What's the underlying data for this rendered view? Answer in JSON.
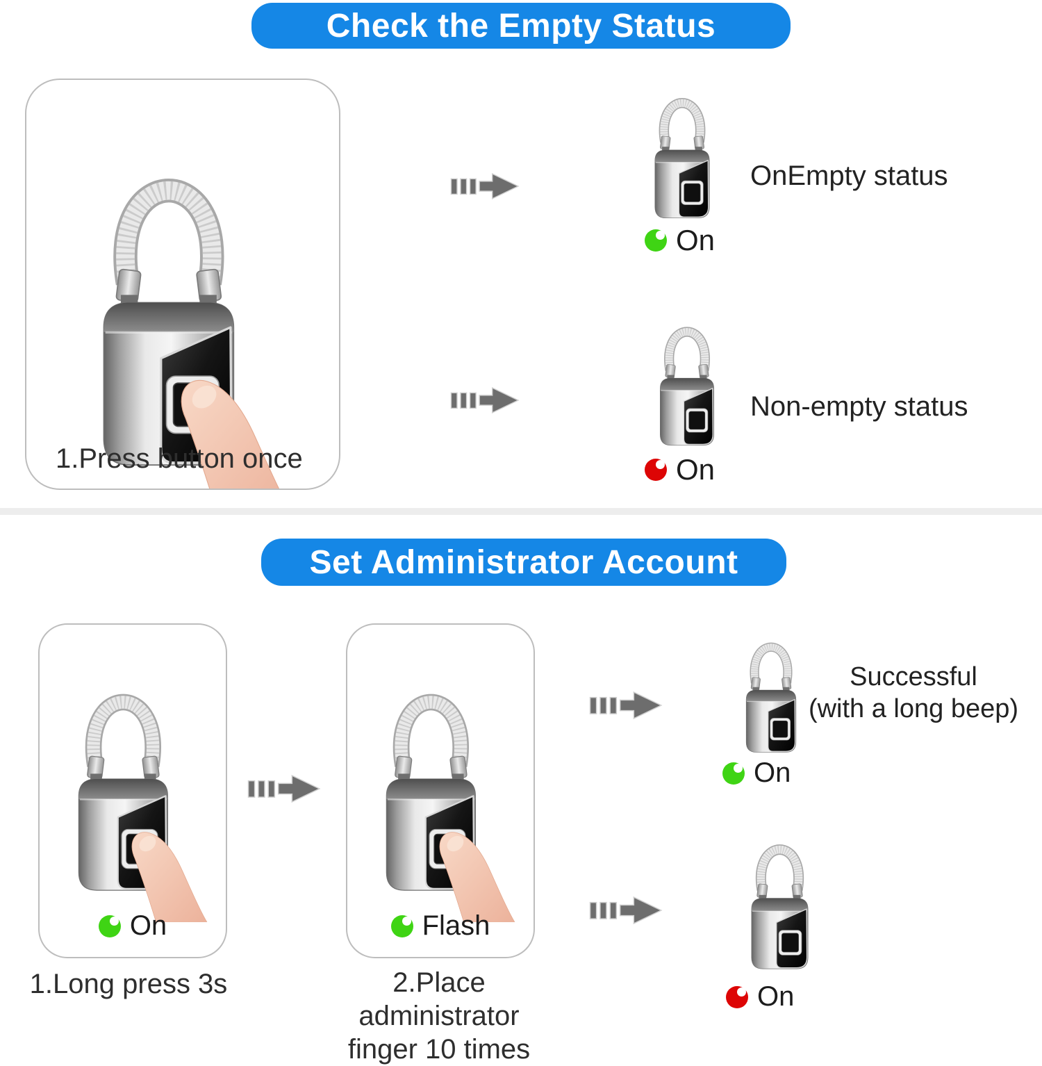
{
  "colors": {
    "banner_blue": "#1587e6",
    "banner_text": "#ffffff",
    "text_dark": "#2b2b2b",
    "arrow_gray": "#6d6d6d",
    "green_on": "#3fd414",
    "red_on": "#dd0505",
    "box_border": "#bdbdbd",
    "divider_gray": "#ededed"
  },
  "icons": {
    "arrow": "dashed-right-arrow-icon",
    "padlock": "fingerprint-padlock-image",
    "padlock_pressed": "fingerprint-padlock-finger-press-image",
    "green_dot": "green-led-indicator",
    "red_dot": "red-led-indicator"
  },
  "sections": {
    "check_empty": {
      "title": "Check the Empty Status",
      "step": {
        "caption": "1.Press button once"
      },
      "results": [
        {
          "label": "OnEmpty status",
          "status": "On",
          "led": "green"
        },
        {
          "label": "Non-empty status",
          "status": "On",
          "led": "red"
        }
      ]
    },
    "set_admin": {
      "title": "Set Administrator Account",
      "steps": [
        {
          "caption": "1.Long press 3s",
          "status": "On",
          "led": "green"
        },
        {
          "caption_line1": "2.Place administrator",
          "caption_line2": "finger 10 times",
          "status": "Flash",
          "led": "green"
        }
      ],
      "results": [
        {
          "label_line1": "Successful",
          "label_line2": "(with a long beep)",
          "status": "On",
          "led": "green"
        },
        {
          "status": "On",
          "led": "red"
        }
      ]
    }
  }
}
